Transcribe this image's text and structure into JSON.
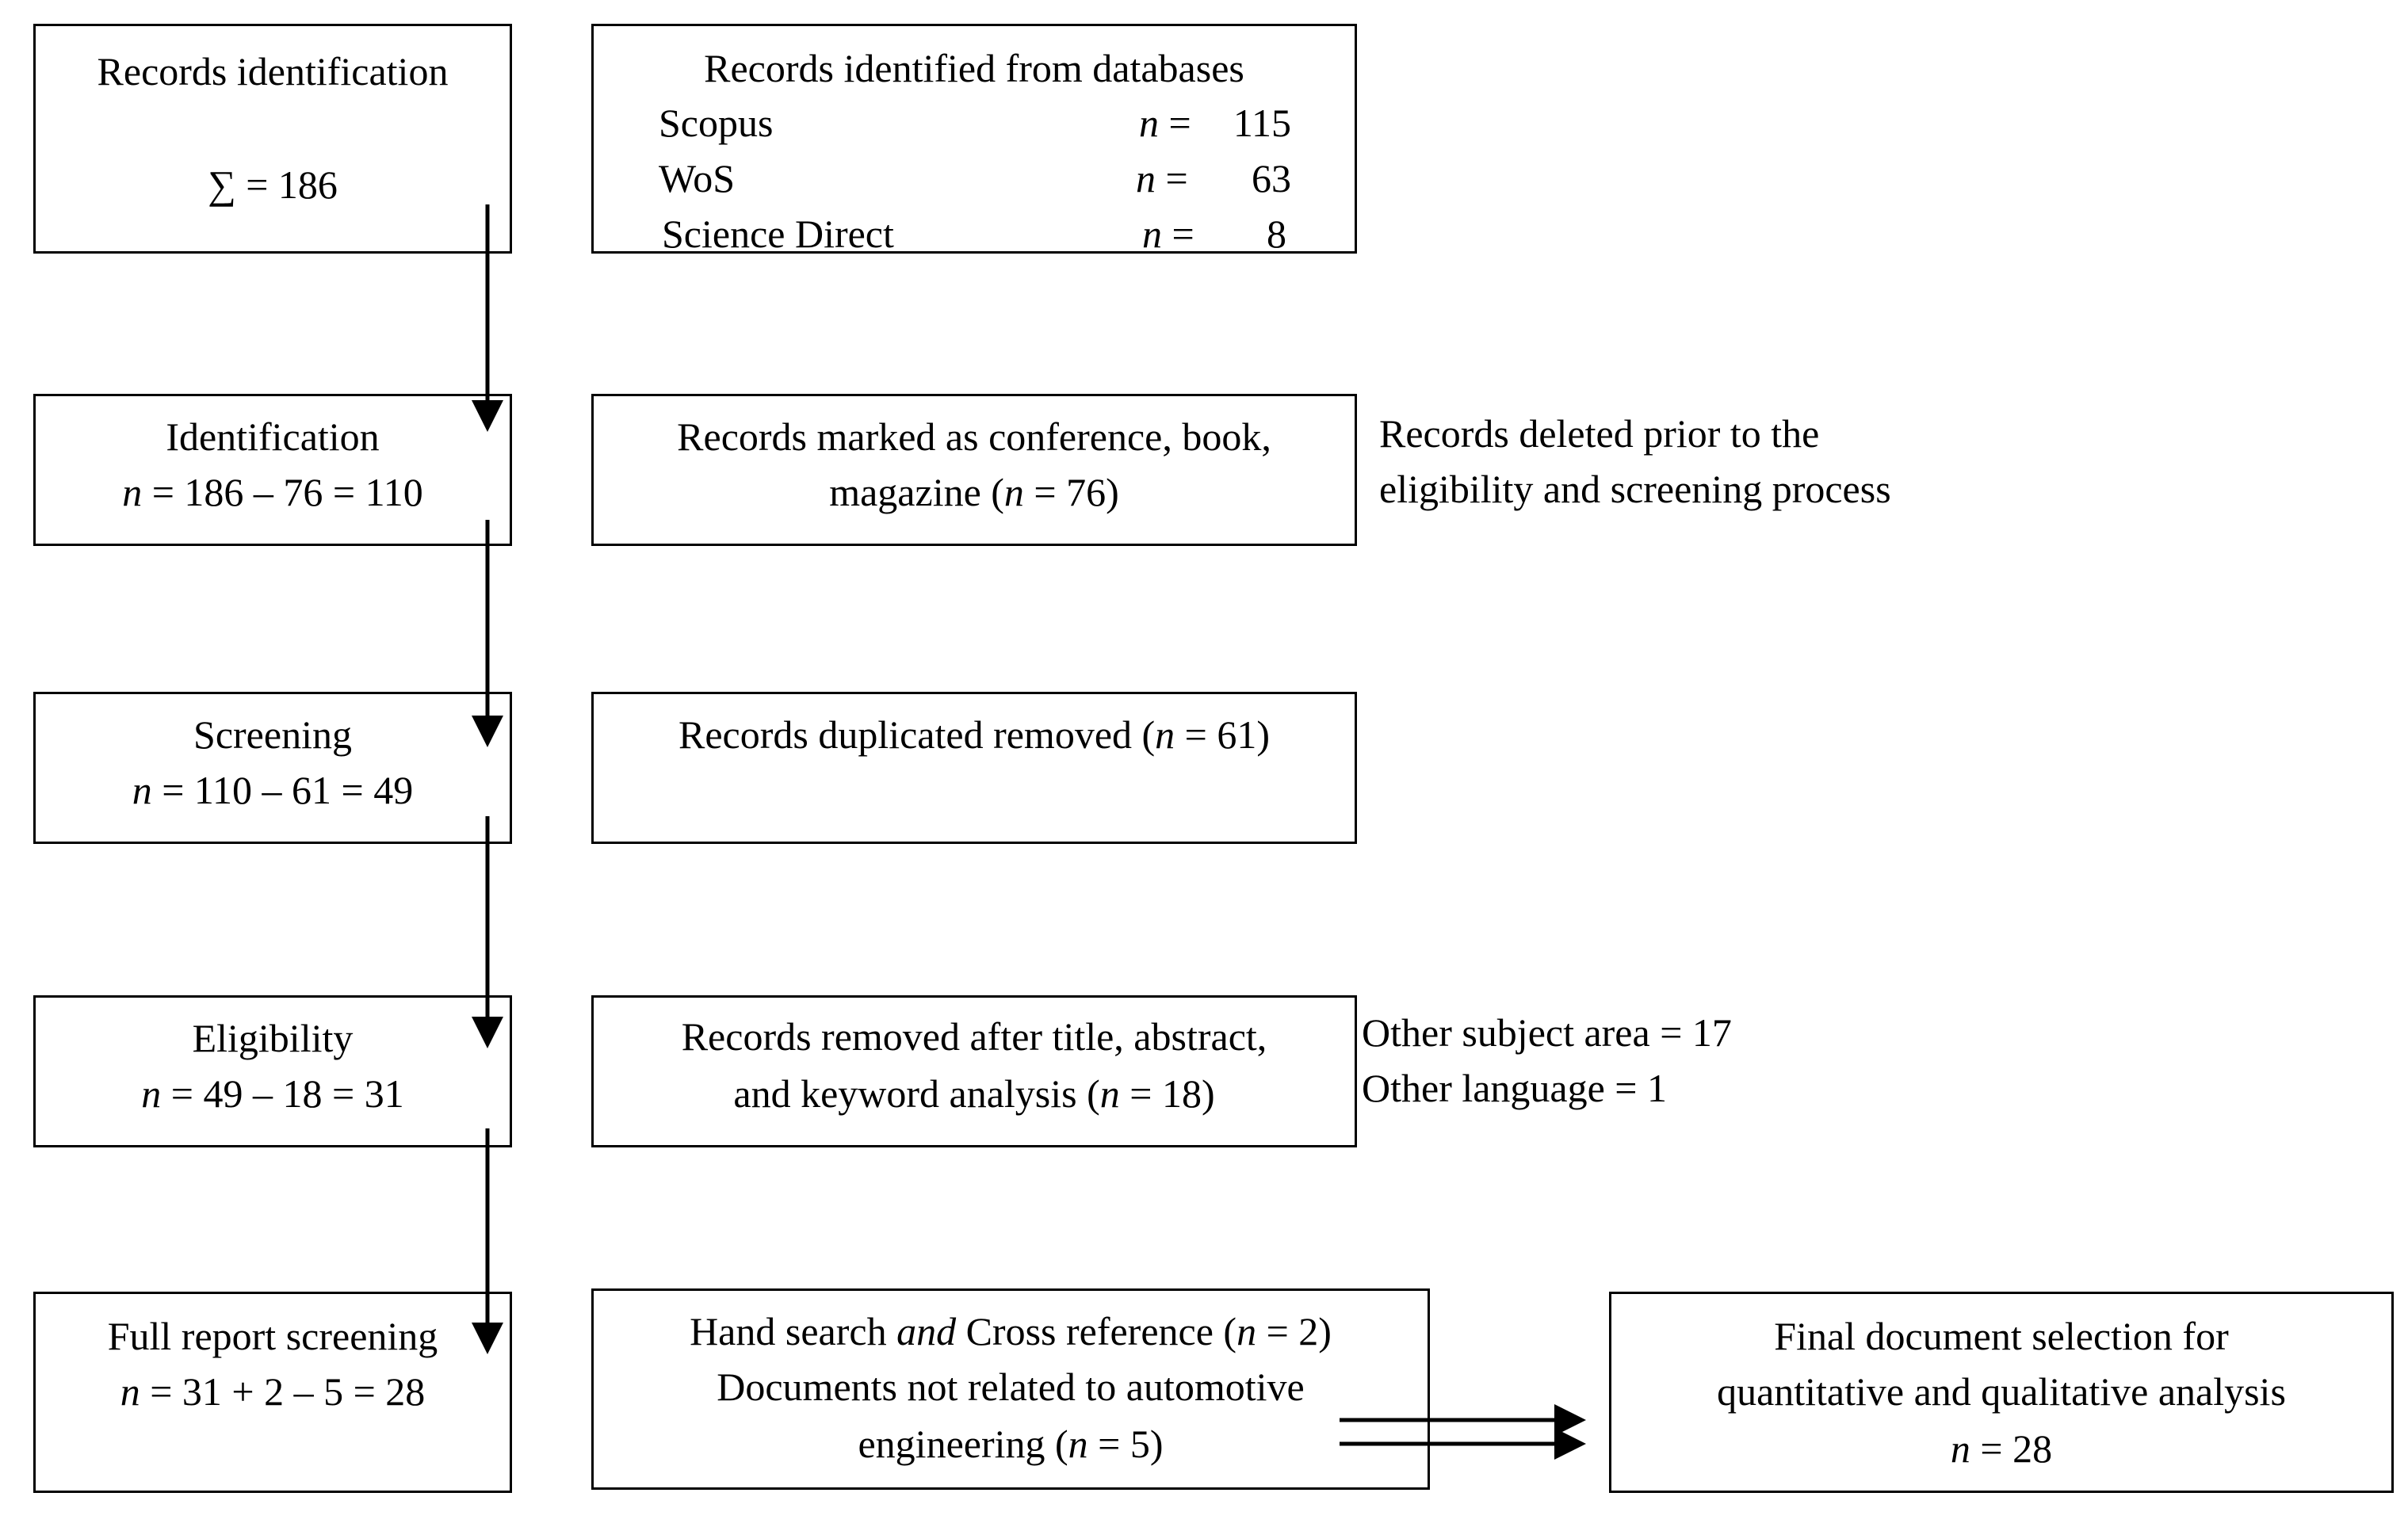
{
  "stages": {
    "records_identification": {
      "label": "Records identification",
      "sum_prefix": "∑ = ",
      "sum_value": "186"
    },
    "identification": {
      "label": "Identification",
      "eq_var": "n",
      "eq_rest": " = 186 – 76 = 110"
    },
    "screening": {
      "label": "Screening",
      "eq_var": "n",
      "eq_rest": " = 110 – 61 = 49"
    },
    "eligibility": {
      "label": "Eligibility",
      "eq_var": "n",
      "eq_rest": " = 49 – 18 = 31"
    },
    "full_report": {
      "label": "Full report screening",
      "eq_var": "n",
      "eq_rest": " = 31 + 2 – 5 = 28"
    }
  },
  "databases": {
    "title": "Records identified from databases",
    "rows": [
      {
        "name": "Scopus",
        "n_var": "n",
        "eq": "=",
        "value": "115"
      },
      {
        "name": "WoS",
        "n_var": "n",
        "eq": "=",
        "value": "63"
      },
      {
        "name": "Science Direct",
        "n_var": "n",
        "eq": "=",
        "value": "8"
      }
    ]
  },
  "marked": {
    "line1": "Records marked as conference, book,",
    "line2_a": "magazine (",
    "line2_var": "n",
    "line2_b": " = 76)"
  },
  "deleted_note": {
    "line1": "Records deleted prior to the",
    "line2": "eligibility and screening process"
  },
  "duplicated": {
    "text_a": "Records duplicated removed (",
    "text_var": "n",
    "text_b": " = 61)"
  },
  "removed": {
    "line1": "Records removed after title, abstract,",
    "line2_a": "and keyword analysis (",
    "line2_var": "n",
    "line2_b": " = 18)"
  },
  "removed_note": {
    "line1": "Other subject area = 17",
    "line2": "Other language = 1"
  },
  "hand_search": {
    "line1_a": "Hand search ",
    "line1_and": "and",
    "line1_b": " Cross reference (",
    "line1_var": "n",
    "line1_c": " = 2)",
    "line2": "Documents not related to automotive",
    "line3_a": "engineering (",
    "line3_var": "n",
    "line3_b": " = 5)"
  },
  "final": {
    "line1": "Final document selection for",
    "line2": "quantitative and qualitative analysis",
    "line3_var": "n",
    "line3_b": " = 28"
  }
}
